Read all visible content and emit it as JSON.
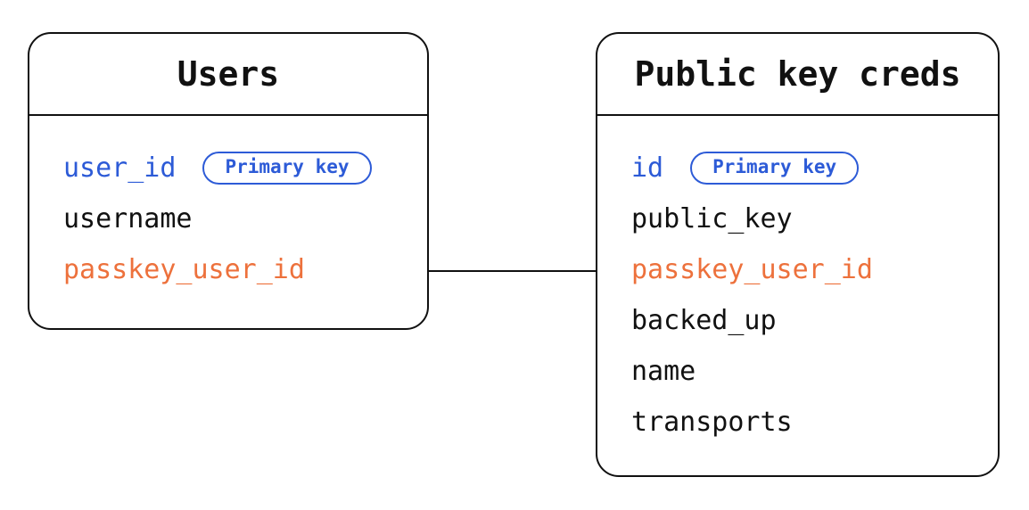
{
  "diagram": {
    "tables": [
      {
        "title": "Users",
        "fields": [
          {
            "name": "user_id",
            "badge": "Primary key"
          },
          {
            "name": "username"
          },
          {
            "name": "passkey_user_id"
          }
        ]
      },
      {
        "title": "Public key creds",
        "fields": [
          {
            "name": "id",
            "badge": "Primary key"
          },
          {
            "name": "public_key"
          },
          {
            "name": "passkey_user_id"
          },
          {
            "name": "backed_up"
          },
          {
            "name": "name"
          },
          {
            "name": "transports"
          }
        ]
      }
    ],
    "relation": {
      "from_table": "Users",
      "from_field": "passkey_user_id",
      "to_table": "Public key creds",
      "to_field": "passkey_user_id"
    },
    "colors": {
      "primary_key_blue": "#2d5bd7",
      "foreign_key_orange": "#ed713c",
      "text": "#111111",
      "border": "#111111",
      "background": "#ffffff"
    }
  }
}
